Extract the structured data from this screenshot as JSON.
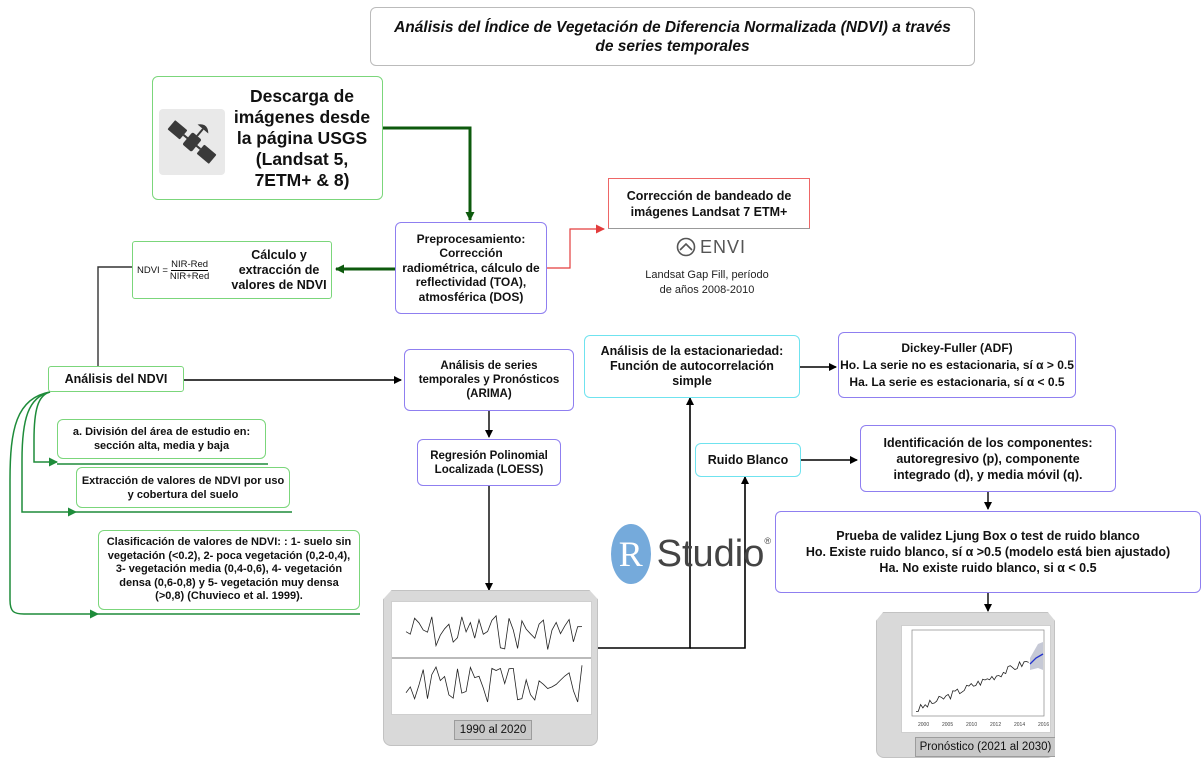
{
  "title": "Análisis del Índice de Vegetación de Diferencia Normalizada (NDVI) a través de series temporales",
  "download": "Descarga de imágenes desde la página USGS (Landsat 5, 7ETM+ & 8)",
  "preprocess": "Preprocesamiento: Corrección radiométrica, cálculo de reflectividad (TOA), atmosférica (DOS)",
  "banding": "Corrección de bandeado de imágenes Landsat 7 ETM+",
  "envi": {
    "logo_text": "ENVI",
    "caption": "Landsat Gap Fill, período de años 2008-2010"
  },
  "ndvi_calc": {
    "formula_lhs": "NDVI =",
    "numerator": "NIR-Red",
    "denominator": "NIR+Red",
    "label": "Cálculo y extracción de valores de NDVI"
  },
  "ndvi_analysis": "Análisis del NDVI",
  "sub_a": "a. División del área de estudio en: sección alta, media y baja",
  "sub_b": "Extracción de valores de NDVI por uso y cobertura del suelo",
  "sub_c": "Clasificación de valores de NDVI: : 1- suelo sin vegetación (<0.2), 2- poca vegetación (0,2-0,4), 3- vegetación media (0,4-0,6), 4- vegetación densa (0,6-0,8) y 5- vegetación muy densa (>0,8) (Chuvieco et al. 1999).",
  "arima": "Análisis de series temporales y Pronósticos (ARIMA)",
  "loess": "Regresión Polinomial Localizada (LOESS)",
  "stationarity": "Análisis de la estacionariedad: Función de autocorrelación simple",
  "adf": {
    "line1": "Dickey-Fuller (ADF)",
    "line2": "Ho. La serie no es estacionaria, sí α > 0.5",
    "line3": "Ha. La serie es estacionaria, sí α < 0.5"
  },
  "white_noise": "Ruido Blanco",
  "components": "Identificación de los componentes: autoregresivo (p), componente integrado (d), y media móvil (q).",
  "ljung": {
    "line1": "Prueba de validez Ljung Box o test de ruido blanco",
    "line2": "Ho. Existe ruido blanco, sí α >0.5 (modelo está bien ajustado)",
    "line3": "Ha. No existe ruido blanco, si α < 0.5"
  },
  "rstudio": {
    "letter": "R",
    "word": "Studio"
  },
  "series_caption": "1990 al 2020",
  "forecast_caption": "Pronóstico (2021 al 2030)",
  "forecast_axis": [
    "2000",
    "2005",
    "2010",
    "2012",
    "2014",
    "2016"
  ],
  "colors": {
    "green_border": "#7bd67b",
    "purple_border": "#8f7ff0",
    "cyan_border": "#6fe3ef",
    "dark_green_arrow": "#0d5a0d",
    "green_arrow": "#1e8c3a",
    "red_arrow": "#e33c3c",
    "rstudio_blue": "#75aadb",
    "forecast_line": "#2233cc"
  }
}
